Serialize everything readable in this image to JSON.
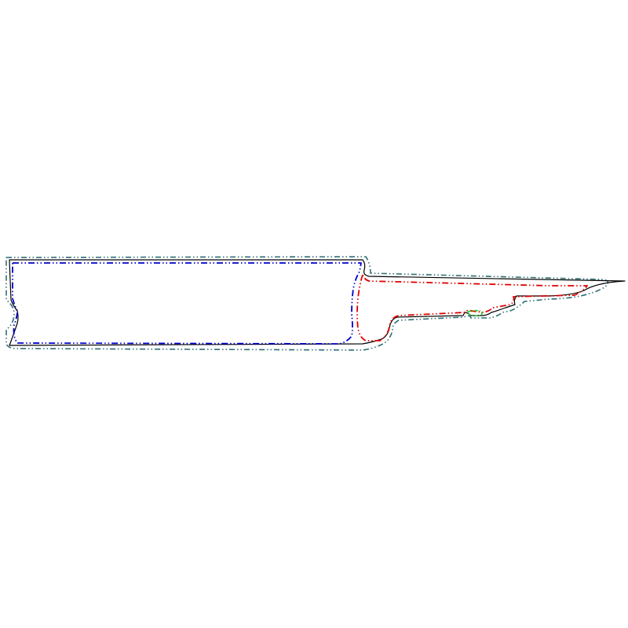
{
  "diagram": {
    "type": "outline-contour-drawing",
    "background": "#ffffff",
    "colors": {
      "outline": "#000000",
      "offset_outer": "#2f6f73",
      "offset_blade": "#0000cc",
      "offset_handle": "#e00000",
      "offset_small": "#22cc22"
    },
    "contours": [
      {
        "name": "outer-outline",
        "color": "outline",
        "style": "solid"
      },
      {
        "name": "outer-offset",
        "color": "offset_outer",
        "style": "dash-dot"
      },
      {
        "name": "blade-offset",
        "color": "offset_blade",
        "style": "dash-dot"
      },
      {
        "name": "handle-offset",
        "color": "offset_handle",
        "style": "dash-dot"
      },
      {
        "name": "small-offset",
        "color": "offset_small",
        "style": "dash-dot"
      }
    ]
  }
}
